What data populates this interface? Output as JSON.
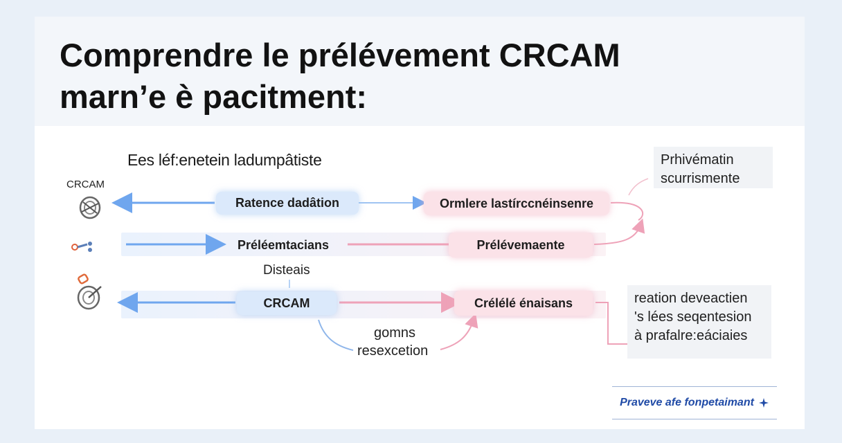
{
  "header": {
    "title_line1": "Comprendre le prélévement CRCAM",
    "title_line2": "marn’e è pacitment:"
  },
  "section_title": "Ees léf:enetein ladumpâtiste",
  "left_labels": {
    "crcam": "CRCAM"
  },
  "rows": [
    {
      "blue_label": "Ratence dadâtion",
      "pink_label": "Ormlere lastírccnéinsenre"
    },
    {
      "blue_label": "Préléemtacians",
      "pink_label": "Prélévemaente"
    },
    {
      "blue_label": "CRCAM",
      "pink_label": "Crélélé énaisans"
    }
  ],
  "float_labels": {
    "disteais": "Disteais",
    "gomns": "gomns",
    "resexcetion": "resexcetion"
  },
  "note_top": {
    "line1": "Prhivématin",
    "line2": "scurrismente"
  },
  "note_bottom": {
    "line1": "reation deveactien",
    "line2": "'s lées seqentesion",
    "line3": "à prafalre:eáciaies"
  },
  "footer": {
    "text": "Praveve afe fonpetaimant",
    "icon": "sparkle-icon"
  },
  "colors": {
    "blue": "#6fa6ee",
    "pink": "#eea2b8",
    "footer": "#1f4aa6"
  }
}
